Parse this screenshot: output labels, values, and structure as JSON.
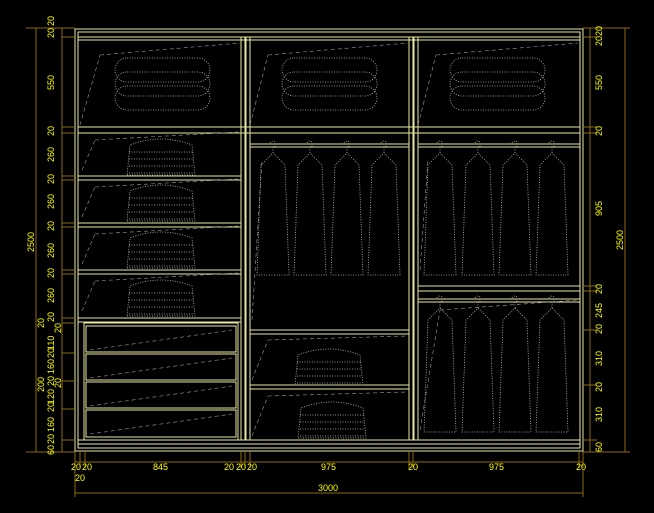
{
  "drawing": {
    "left_dims": [
      "20",
      "20",
      "550",
      "20",
      "260",
      "20",
      "260",
      "20",
      "260",
      "20",
      "260",
      "20",
      "20",
      "110",
      "20",
      "160",
      "20",
      "20",
      "120",
      "20",
      "160",
      "20",
      "60",
      "200",
      "20"
    ],
    "left_total": "2500",
    "right_dims": [
      "20",
      "20",
      "550",
      "20",
      "905",
      "20",
      "245",
      "20",
      "310",
      "20",
      "310",
      "60"
    ],
    "right_total": "2500",
    "bottom_dims": [
      "20",
      "20",
      "845",
      "20",
      "20",
      "20",
      "975",
      "20",
      "975",
      "20"
    ],
    "bottom_extra": "20",
    "bottom_total": "3000"
  },
  "colors": {
    "background": "#000000",
    "dimension_text": "#ffff00",
    "frame": "#e8e8a0",
    "dimension_line": "#8a6a10"
  }
}
